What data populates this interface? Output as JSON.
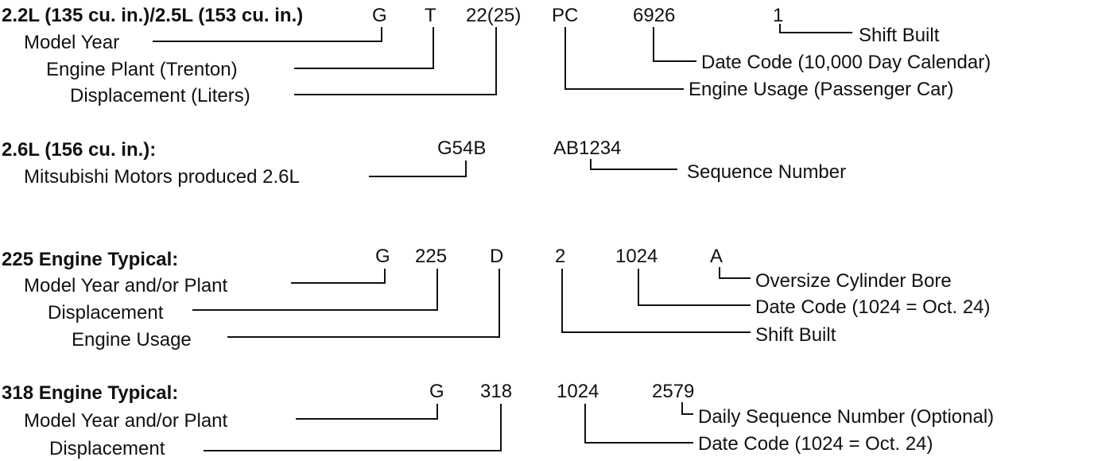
{
  "sections": [
    {
      "heading": "2.2L (135 cu. in.)/2.5L (153 cu. in.)",
      "codes": [
        "G",
        "T",
        "22(25)",
        "PC",
        "6926",
        "1"
      ],
      "left_labels": [
        "Model Year",
        "Engine Plant (Trenton)",
        "Displacement (Liters)"
      ],
      "right_labels": [
        "Shift Built",
        "Date Code (10,000 Day Calendar)",
        "Engine Usage (Passenger Car)"
      ]
    },
    {
      "heading": "2.6L (156 cu. in.):",
      "codes": [
        "G54B",
        "AB1234"
      ],
      "left_labels": [
        "Mitsubishi Motors produced 2.6L"
      ],
      "right_labels": [
        "Sequence Number"
      ]
    },
    {
      "heading": "225 Engine Typical:",
      "codes": [
        "G",
        "225",
        "D",
        "2",
        "1024",
        "A"
      ],
      "left_labels": [
        "Model Year and/or Plant",
        "Displacement",
        "Engine Usage"
      ],
      "right_labels": [
        "Oversize Cylinder Bore",
        "Date Code (1024 = Oct. 24)",
        "Shift Built"
      ]
    },
    {
      "heading": "318 Engine Typical:",
      "codes": [
        "G",
        "318",
        "1024",
        "2579"
      ],
      "left_labels": [
        "Model Year and/or Plant",
        "Displacement"
      ],
      "right_labels": [
        "Daily Sequence Number (Optional)",
        "Date Code (1024 = Oct. 24)"
      ]
    }
  ]
}
